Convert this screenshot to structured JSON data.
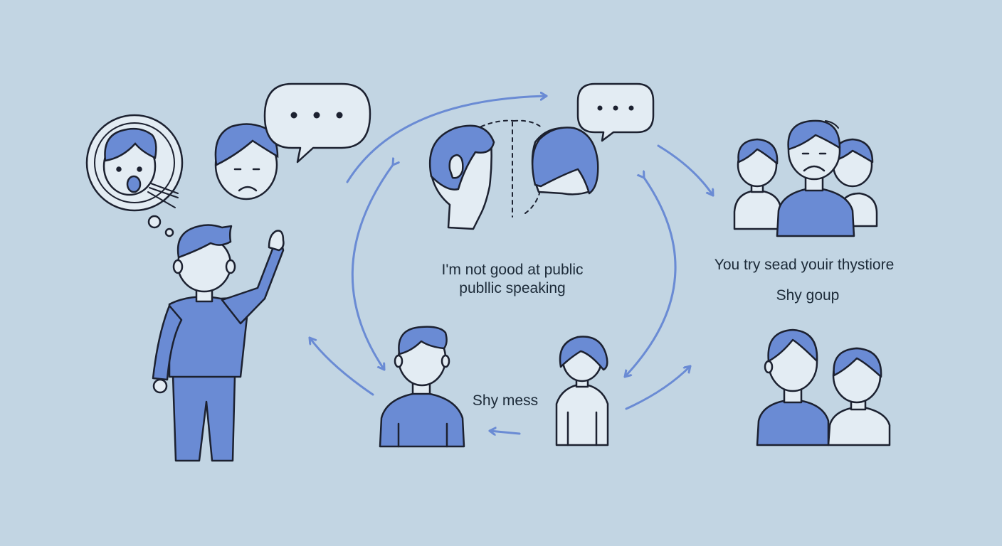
{
  "labels": {
    "center_line1": "I'm not good at public",
    "center_line2": "publlic speaking",
    "right_line1": "You try sead youir thystiore",
    "right_line2": "Shy goup",
    "bottom": "Shy mess"
  },
  "colors": {
    "background": "#c2d5e3",
    "accent": "#6a8bd4",
    "light_fill": "#e3ecf3",
    "outline": "#1c2130",
    "arrow": "#6a8bd4"
  },
  "icons": [
    "thought-bubble-icon",
    "speech-bubble-icon",
    "cycle-arrows-icon",
    "person-icon",
    "group-icon"
  ]
}
